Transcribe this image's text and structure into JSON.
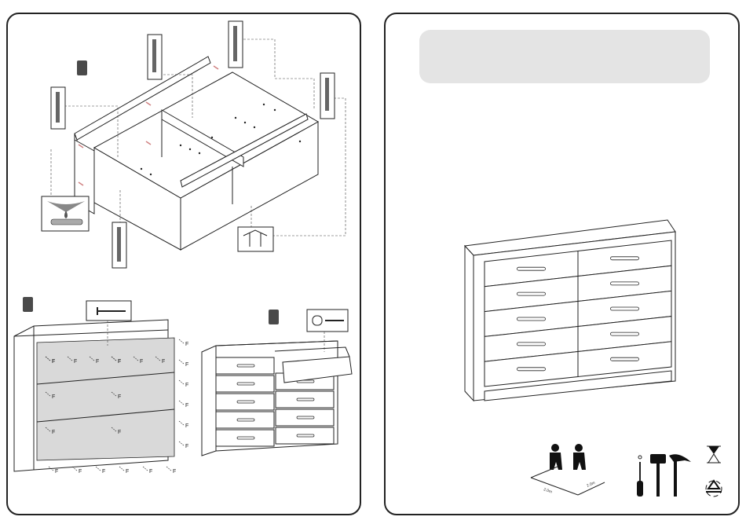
{
  "page": {
    "title_box": "",
    "fastener_label": "F"
  },
  "steps": [
    {
      "id": "step-carcass-assembly",
      "badge": ""
    },
    {
      "id": "step-back-panel",
      "badge": ""
    },
    {
      "id": "step-drawer-insert",
      "badge": ""
    }
  ],
  "cover": {
    "product": "10-drawer chest",
    "drawer_rows": 5,
    "drawer_columns": 2,
    "dimension_labels": [
      "2.0m",
      "2.0m"
    ]
  },
  "icons": [
    "two-person-assembly-icon",
    "screwdriver-icon",
    "mallet-icon",
    "hammer-icon",
    "hourglass-icon",
    "recycle-icon",
    "glue-drop-icon",
    "nail-icon",
    "dowel-screw-icon"
  ],
  "colors": {
    "border": "#222222",
    "badge": "#4a4a4a",
    "title_box": "#e4e4e4",
    "back_panel": "#d9d9d9"
  }
}
